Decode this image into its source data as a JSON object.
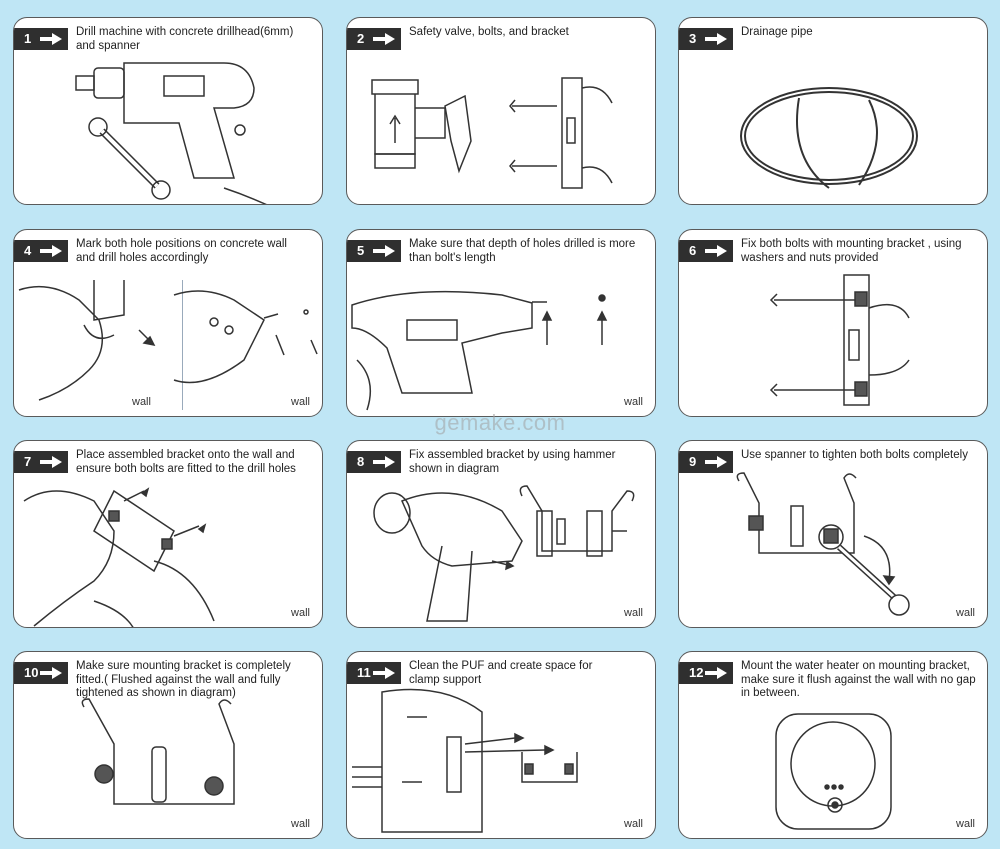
{
  "watermark": "gemake.com",
  "steps": [
    {
      "number": "1",
      "caption_lines": [
        "Drill machine with concrete drillhead(6mm)",
        "and spanner"
      ],
      "wall": ""
    },
    {
      "number": "2",
      "caption_lines": [
        "Safety valve, bolts, and bracket"
      ],
      "wall": ""
    },
    {
      "number": "3",
      "caption_lines": [
        "Drainage pipe"
      ],
      "wall": ""
    },
    {
      "number": "4",
      "caption_lines": [
        "Mark both hole positions on concrete wall",
        "and drill holes accordingly"
      ],
      "wall": "wall",
      "wall_left": "wall"
    },
    {
      "number": "5",
      "caption_lines": [
        "Make sure that depth of holes drilled is more",
        "than bolt's length"
      ],
      "wall": "wall"
    },
    {
      "number": "6",
      "caption_lines": [
        "Fix both bolts with mounting bracket , using",
        "washers and nuts provided"
      ],
      "wall": ""
    },
    {
      "number": "7",
      "caption_lines": [
        "Place assembled bracket onto the wall and",
        "ensure both bolts are fitted to the drill holes"
      ],
      "wall": "wall"
    },
    {
      "number": "8",
      "caption_lines": [
        "Fix assembled bracket by using hammer",
        "shown in diagram"
      ],
      "wall": "wall"
    },
    {
      "number": "9",
      "caption_lines": [
        "Use spanner to tighten both bolts completely"
      ],
      "wall": "wall"
    },
    {
      "number": "10",
      "caption_lines": [
        "Make sure mounting bracket is completely",
        "fitted.( Flushed against the wall and fully",
        "tightened as shown in diagram)"
      ],
      "wall": "wall"
    },
    {
      "number": "11",
      "caption_lines": [
        "Clean the PUF and create space for",
        "clamp support"
      ],
      "wall": "wall"
    },
    {
      "number": "12",
      "caption_lines": [
        "Mount the water heater on mounting bracket,",
        "make sure it flush against the wall with no gap",
        "in between."
      ],
      "wall": "wall"
    }
  ],
  "icons": {
    "step1": [
      "drill-icon",
      "spanner-icon"
    ],
    "step2": [
      "safety-valve-icon",
      "bolts-icon",
      "bracket-icon"
    ],
    "step3": [
      "drainage-pipe-icon"
    ],
    "step4": [
      "hands-marking-icon",
      "drill-icon"
    ],
    "step5": [
      "drill-icon",
      "arrow-up-icon"
    ],
    "step6": [
      "bracket-with-bolts-icon"
    ],
    "step7": [
      "hands-bracket-icon"
    ],
    "step8": [
      "hammer-icon",
      "bracket-icon"
    ],
    "step9": [
      "spanner-icon",
      "bracket-icon"
    ],
    "step10": [
      "bracket-icon"
    ],
    "step11": [
      "heater-back-icon",
      "bracket-icon"
    ],
    "step12": [
      "water-heater-icon"
    ]
  }
}
